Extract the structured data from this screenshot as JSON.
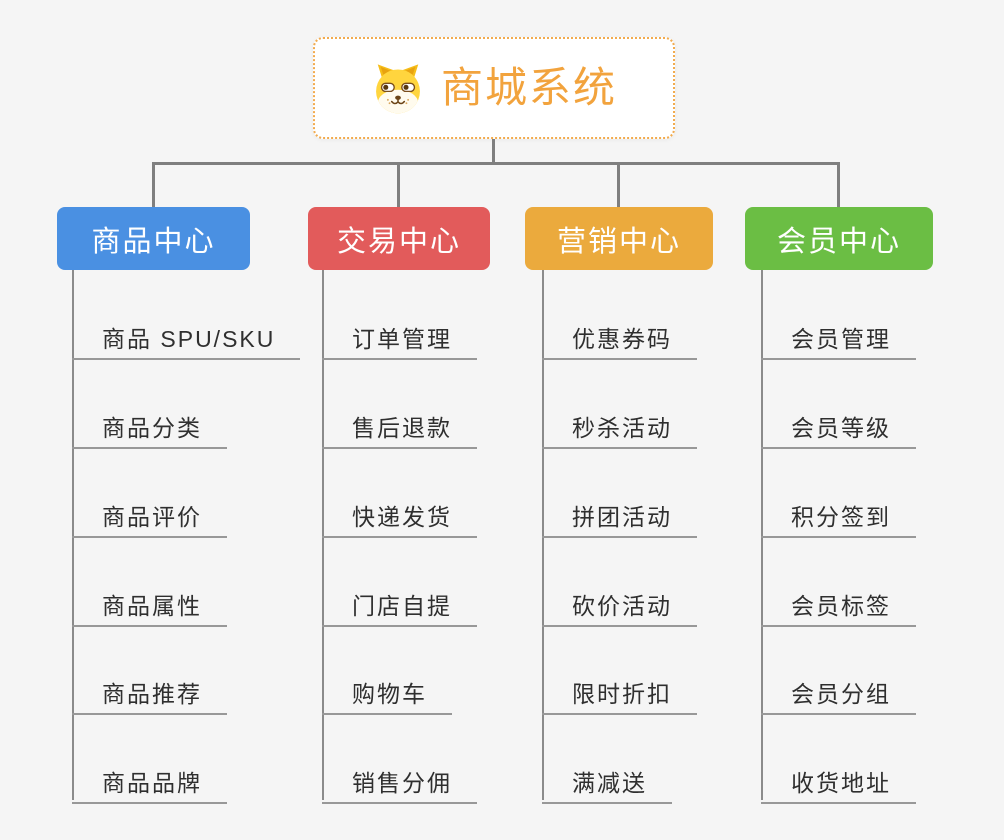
{
  "root": {
    "title": "商城系统",
    "icon": "dog-face-icon",
    "title_color": "#f2a33d",
    "border_color": "#f2ab4e"
  },
  "branches": [
    {
      "label": "商品中心",
      "color": "#4a90e2",
      "items": [
        "商品 SPU/SKU",
        "商品分类",
        "商品评价",
        "商品属性",
        "商品推荐",
        "商品品牌"
      ]
    },
    {
      "label": "交易中心",
      "color": "#e25b5b",
      "items": [
        "订单管理",
        "售后退款",
        "快递发货",
        "门店自提",
        "购物车",
        "销售分佣"
      ]
    },
    {
      "label": "营销中心",
      "color": "#ebaa3d",
      "items": [
        "优惠券码",
        "秒杀活动",
        "拼团活动",
        "砍价活动",
        "限时折扣",
        "满减送"
      ]
    },
    {
      "label": "会员中心",
      "color": "#6bbe44",
      "items": [
        "会员管理",
        "会员等级",
        "积分签到",
        "会员标签",
        "会员分组",
        "收货地址"
      ]
    }
  ]
}
